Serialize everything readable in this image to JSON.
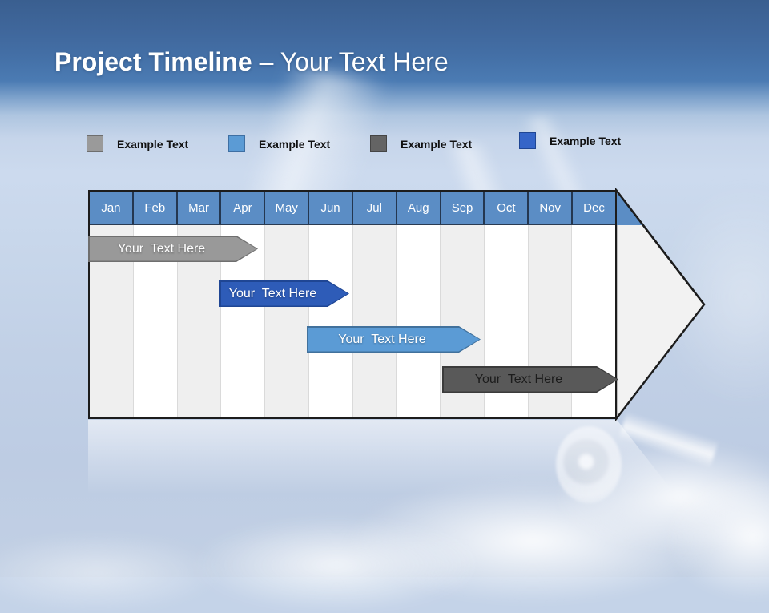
{
  "slide": {
    "title_bold": "Project Timeline",
    "title_rest": "– Your Text Here"
  },
  "legend": {
    "items": [
      {
        "label": "Example Text",
        "swatch_color": "#9a9a9a",
        "swatch_border": "#6e6e6e"
      },
      {
        "label": "Example Text",
        "swatch_color": "#5b9bd5",
        "swatch_border": "#3e6fa3"
      },
      {
        "label": "Example Text",
        "swatch_color": "#646464",
        "swatch_border": "#454545"
      },
      {
        "label": "Example Text",
        "swatch_color": "#3565c8",
        "swatch_border": "#1f4694"
      }
    ]
  },
  "timeline": {
    "months": [
      "Jan",
      "Feb",
      "Mar",
      "Apr",
      "May",
      "Jun",
      "Jul",
      "Aug",
      "Sep",
      "Oct",
      "Nov",
      "Dec"
    ],
    "header_color": "#5b8dc5",
    "colors": {
      "table_border": "#1c1c1c",
      "stripe_a": "#efefef",
      "stripe_b": "#ffffff",
      "arrow_fill": "#f2f2f2"
    },
    "bars": [
      {
        "label": "Your  Text Here",
        "fill": "#999999",
        "border": "#6f6f6f",
        "text_color": "#ffffff",
        "start_month": "Jan",
        "end_month": "Mar"
      },
      {
        "label": "Your  Text Here",
        "fill": "#2e5cb8",
        "border": "#1f4694",
        "text_color": "#ffffff",
        "start_month": "Apr",
        "end_month": "Jun"
      },
      {
        "label": "Your  Text Here",
        "fill": "#5b9bd5",
        "border": "#41719c",
        "text_color": "#ffffff",
        "start_month": "Jun",
        "end_month": "Sep"
      },
      {
        "label": "Your  Text Here",
        "fill": "#595959",
        "border": "#3b3b3b",
        "text_color": "#1c1c1c",
        "start_month": "Sep",
        "end_month": "Dec"
      }
    ]
  }
}
